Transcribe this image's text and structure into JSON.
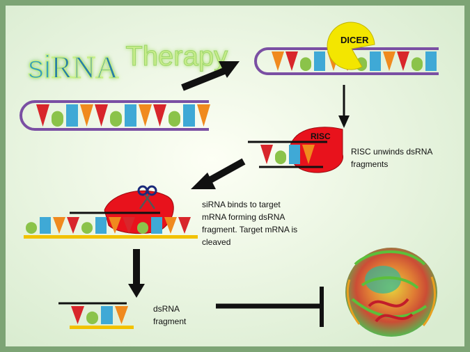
{
  "slide": {
    "title_prefix": "si",
    "title_rna": "RNA",
    "title_suffix": "Therapy",
    "enzyme_dicer": "DICER",
    "enzyme_risc": "RISC",
    "caption_risc_line1": "RISC unwinds dsRNA",
    "caption_risc_line2": "fragments",
    "caption_bind_line1": "siRNA  binds to target",
    "caption_bind_line2": "mRNA  forming dsRNA",
    "caption_bind_line3": "fragment. Target mRNA is",
    "caption_bind_line4": "cleaved",
    "caption_frag_line1": "dsRNA",
    "caption_frag_line2": "fragment"
  },
  "colors": {
    "background_light": "#fdfff5",
    "background_tint": "#d9ecd0",
    "border": "#7da475",
    "hairpin_strand": "#7a4fa3",
    "strand_dark": "#111111",
    "mrna_strand": "#f2c200",
    "base_red": "#d8262b",
    "base_orange": "#f08a1e",
    "base_green": "#8bc34a",
    "base_blue": "#3fa9d6",
    "dicer": "#f3e600",
    "risc": "#e8121c",
    "arrow": "#111111"
  }
}
